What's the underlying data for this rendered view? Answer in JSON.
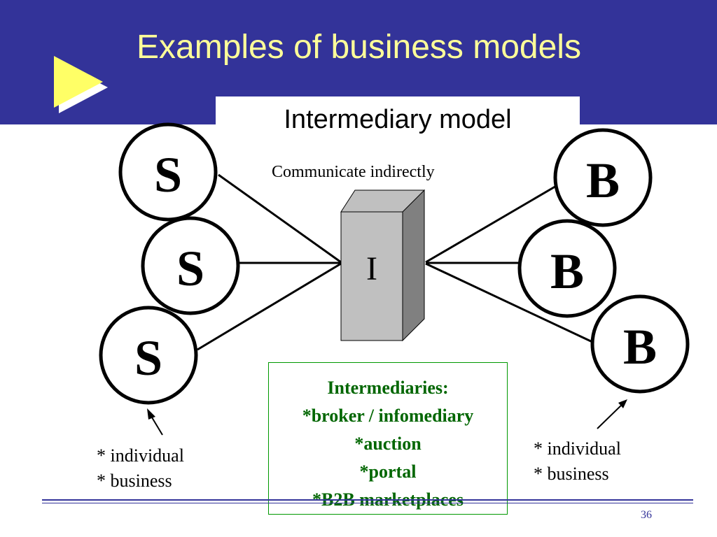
{
  "slide": {
    "title": "Examples of business models",
    "subtitle": "Intermediary model",
    "page_number": "36"
  },
  "diagram": {
    "communicate_label": "Communicate indirectly",
    "intermediary_label": "I",
    "seller_label": "S",
    "buyer_label": "B",
    "intermediaries_box": {
      "heading": "Intermediaries:",
      "items": [
        "*broker / infomediary",
        "*auction",
        "*portal",
        "*B2B marketplaces"
      ]
    },
    "left_notes": [
      "* individual",
      "* business"
    ],
    "right_notes": [
      "* individual",
      "* business"
    ]
  },
  "colors": {
    "header_bg": "#333399",
    "title_text": "#ffff99",
    "box_text": "#006600",
    "box_border": "#009900"
  }
}
